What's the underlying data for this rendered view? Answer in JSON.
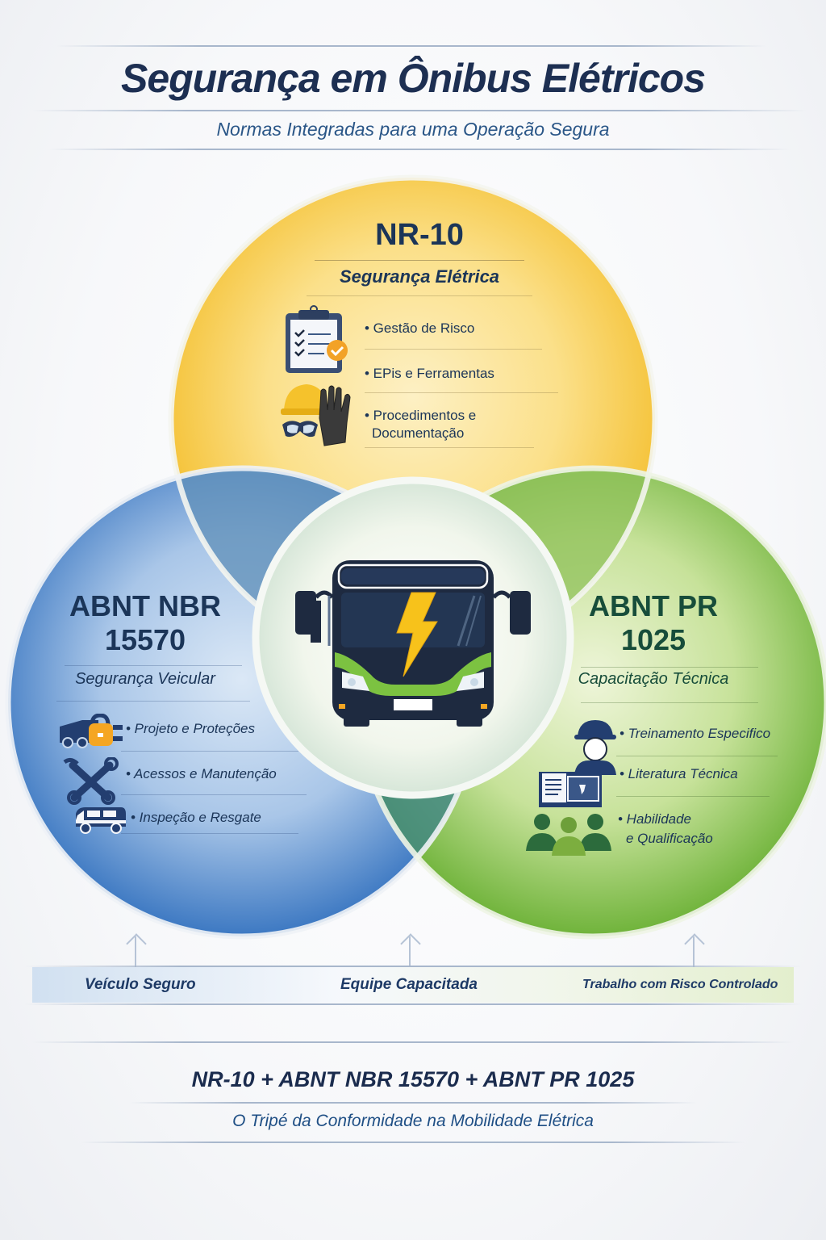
{
  "header": {
    "title": "Segurança em Ônibus Elétricos",
    "subtitle": "Normas Integradas para uma Operação Segura"
  },
  "circles": {
    "nr10": {
      "code": "NR-10",
      "subtitle": "Segurança Elétrica",
      "color": "#f6c53a",
      "items": [
        "• Gestão de Risco",
        "• EPis e Ferramentas",
        "• Procedimentos e",
        "Documentação"
      ],
      "icons": [
        "clipboard-checklist-icon",
        "hardhat-gloves-goggles-icon"
      ]
    },
    "nbr15570": {
      "code_line1": "ABNT NBR",
      "code_line2": "15570",
      "subtitle": "Segurança Veicular",
      "color": "#4a86c8",
      "items": [
        "• Projeto e Proteções",
        "• Acessos e Manutenção",
        "• Inspeção e Resgate"
      ],
      "icons": [
        "vehicle-lock-icon",
        "crossed-wrenches-icon",
        "van-icon"
      ]
    },
    "pr1025": {
      "code_line1": "ABNT PR",
      "code_line2": "1025",
      "subtitle": "Capacitação Técnica",
      "color": "#7dbb42",
      "items": [
        "• Treinamento Especifico",
        "• Literatura Técnica",
        "• Habilidade",
        "e Qualificação"
      ],
      "icons": [
        "worker-hardhat-icon",
        "technical-folder-icon",
        "team-people-icon"
      ]
    },
    "center": {
      "icon": "electric-bus-icon",
      "bolt_color": "#f7c21b",
      "accent_color": "#7cc241"
    }
  },
  "pillars": {
    "labels": [
      "Veículo Seguro",
      "Equipe Capacitada",
      "Trabalho com Risco Controlado"
    ]
  },
  "footer": {
    "formula": "NR-10 + ABNT NBR 15570 + ABNT PR 1025",
    "tagline": "O Tripé da Conformidade na Mobilidade Elétrica"
  }
}
